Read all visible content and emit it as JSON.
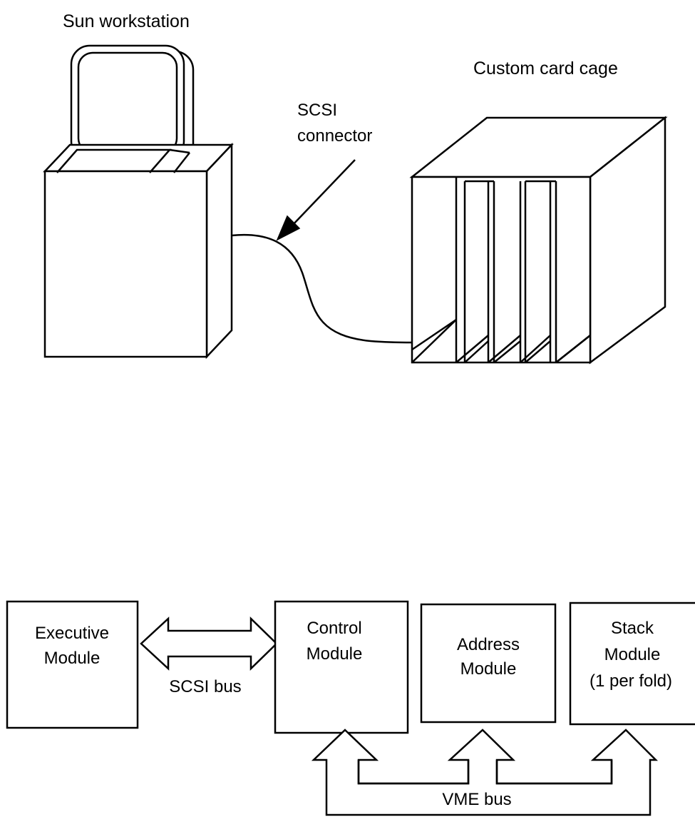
{
  "hardware": {
    "workstation_label": "Sun workstation",
    "connector_label_line1": "SCSI",
    "connector_label_line2": "connector",
    "card_cage_label": "Custom card cage"
  },
  "modules": {
    "executive_line1": "Executive",
    "executive_line2": "Module",
    "control_line1": "Control",
    "control_line2": "Module",
    "address_line1": "Address",
    "address_line2": "Module",
    "stack_line1": "Stack",
    "stack_line2": "Module",
    "stack_line3": "(1 per fold)"
  },
  "buses": {
    "scsi_bus_label": "SCSI bus",
    "vme_bus_label": "VME bus"
  }
}
